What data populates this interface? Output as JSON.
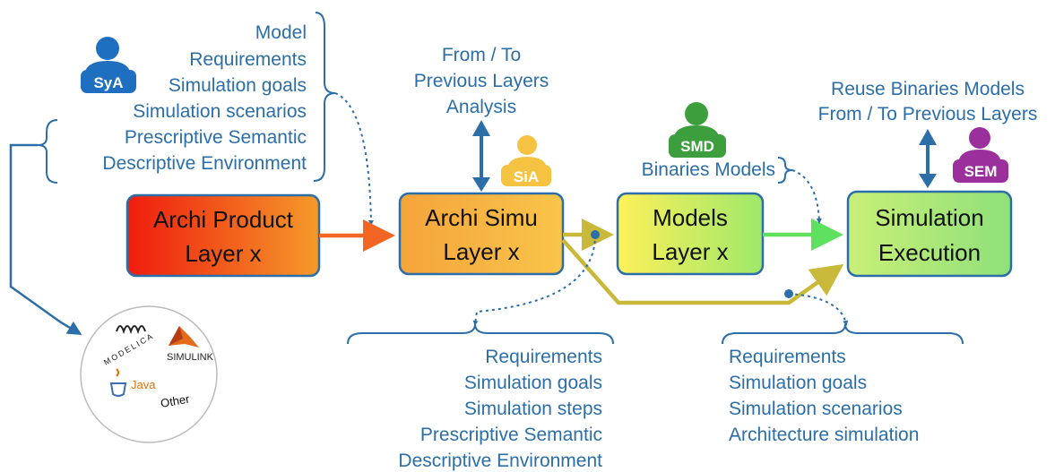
{
  "colors": {
    "text_blue": "#2b6ea8",
    "connector_blue": "#2b6ea8",
    "arrow_orange": "#f26522",
    "arrow_olive": "#c8b93a",
    "arrow_green": "#5fe05f",
    "sya_blue": "#1f6fc0",
    "sia_yellow": "#f5c242",
    "smd_green": "#3d9e3d",
    "sem_purple": "#9b2f9b"
  },
  "roles": {
    "sya": "SyA",
    "sia": "SiA",
    "smd": "SMD",
    "sem": "SEM"
  },
  "boxes": {
    "archi_product": [
      "Archi Product",
      "Layer x"
    ],
    "archi_simu": [
      "Archi Simu",
      "Layer x"
    ],
    "models": [
      "Models",
      "Layer x"
    ],
    "sim_exec": [
      "Simulation",
      "Execution"
    ]
  },
  "top_left_list": [
    "Model",
    "Requirements",
    "Simulation goals",
    "Simulation scenarios",
    "Prescriptive Semantic",
    "Descriptive Environment"
  ],
  "top_center_label": [
    "From / To",
    "Previous Layers",
    "Analysis"
  ],
  "binaries_label": "Binaries Models",
  "top_right_label": [
    "Reuse Binaries Models",
    "From / To Previous Layers"
  ],
  "bottom_center_list": [
    "Requirements",
    "Simulation goals",
    "Simulation steps",
    "Prescriptive Semantic",
    "Descriptive Environment"
  ],
  "bottom_right_list": [
    "Requirements",
    "Simulation goals",
    "Simulation scenarios",
    "Architecture simulation"
  ],
  "tools": {
    "modelica": "MODELICA",
    "simulink": "SIMULINK",
    "java": "Java",
    "other": "Other"
  },
  "icons": {
    "person": "person-icon",
    "java": "java-cup-icon",
    "matlab": "matlab-membrane-icon"
  }
}
